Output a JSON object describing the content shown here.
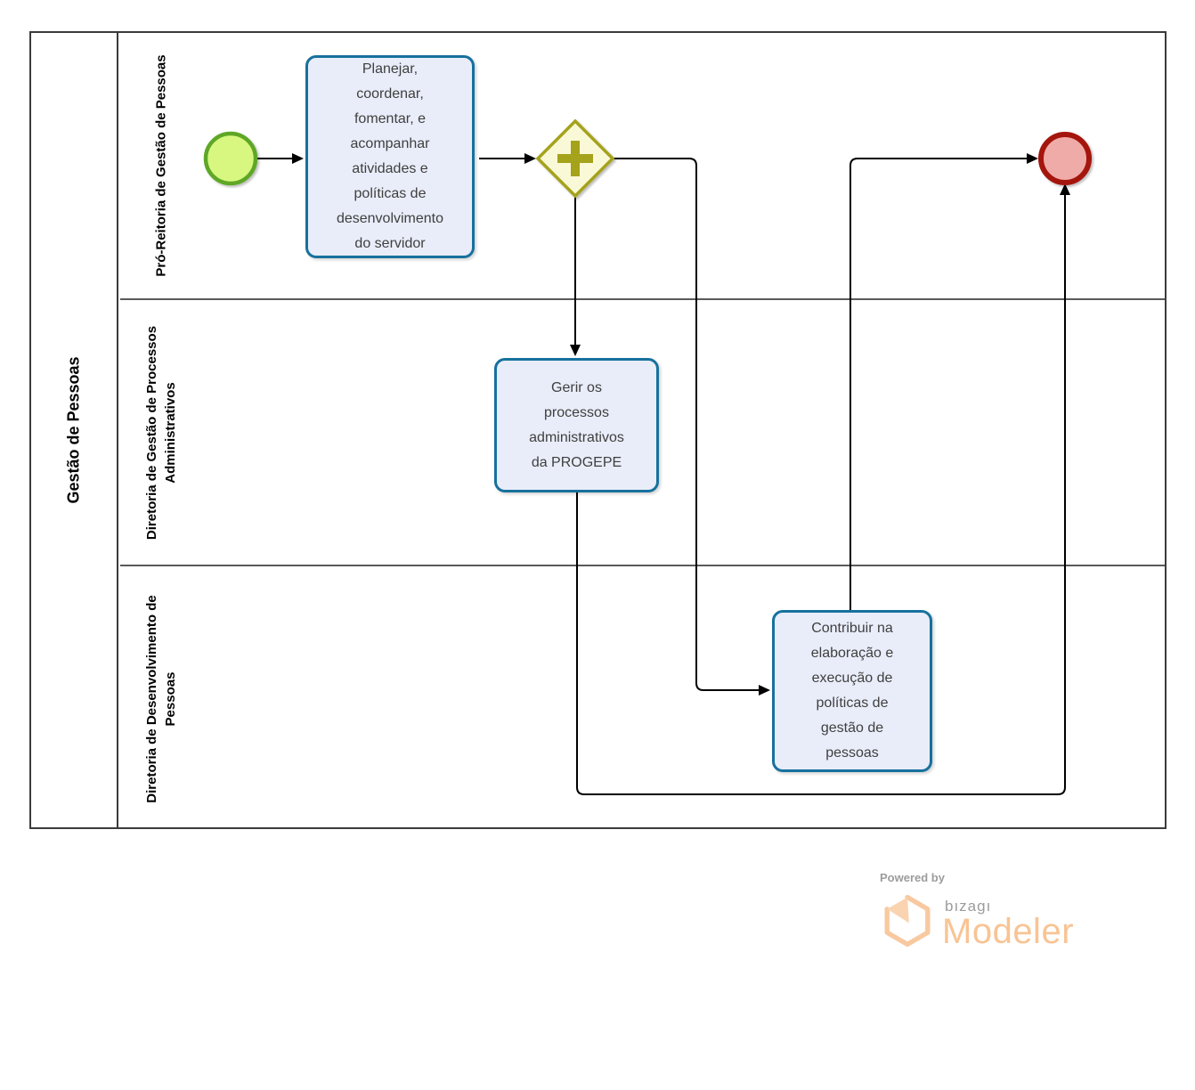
{
  "pool": {
    "label": "Gestão de Pessoas",
    "lanes": [
      {
        "label": "Pró-Reitoria de Gestão de Pessoas"
      },
      {
        "label": "Diretoria de Gestão de Processos Administrativos"
      },
      {
        "label": "Diretoria de Desenvolvimento de Pessoas"
      }
    ]
  },
  "nodes": {
    "start": {
      "type": "start-event"
    },
    "task_planejar": {
      "label": "Planejar, coordenar, fomentar, e acompanhar atividades e políticas de desenvolvimento do servidor"
    },
    "gateway": {
      "type": "parallel-gateway"
    },
    "task_gerir": {
      "label": "Gerir os processos administrativos da PROGEPE"
    },
    "task_contribuir": {
      "label": "Contribuir na elaboração e execução de políticas de gestão de pessoas"
    },
    "end": {
      "type": "end-event"
    }
  },
  "footer": {
    "powered_by": "Powered by",
    "brand": "bızagı",
    "product": "Modeler"
  },
  "colors": {
    "task_fill": "#E9EDF9",
    "task_border": "#16719E",
    "task_text": "#3F3F3F",
    "start_fill": "#D8F780",
    "start_border": "#5EA726",
    "gateway_fill": "#FAF9D7",
    "gateway_border": "#A5A21D",
    "end_fill": "#EFABA8",
    "end_border": "#A41410",
    "flow_line": "#000000",
    "lane_border": "#5A5A5A",
    "pool_border": "#3B3B3B",
    "logo_orange": "#F8C494",
    "logo_hex": "#F8C9A0",
    "logo_fold": "#FAD3B0",
    "logo_gray": "#9C9C9C"
  }
}
